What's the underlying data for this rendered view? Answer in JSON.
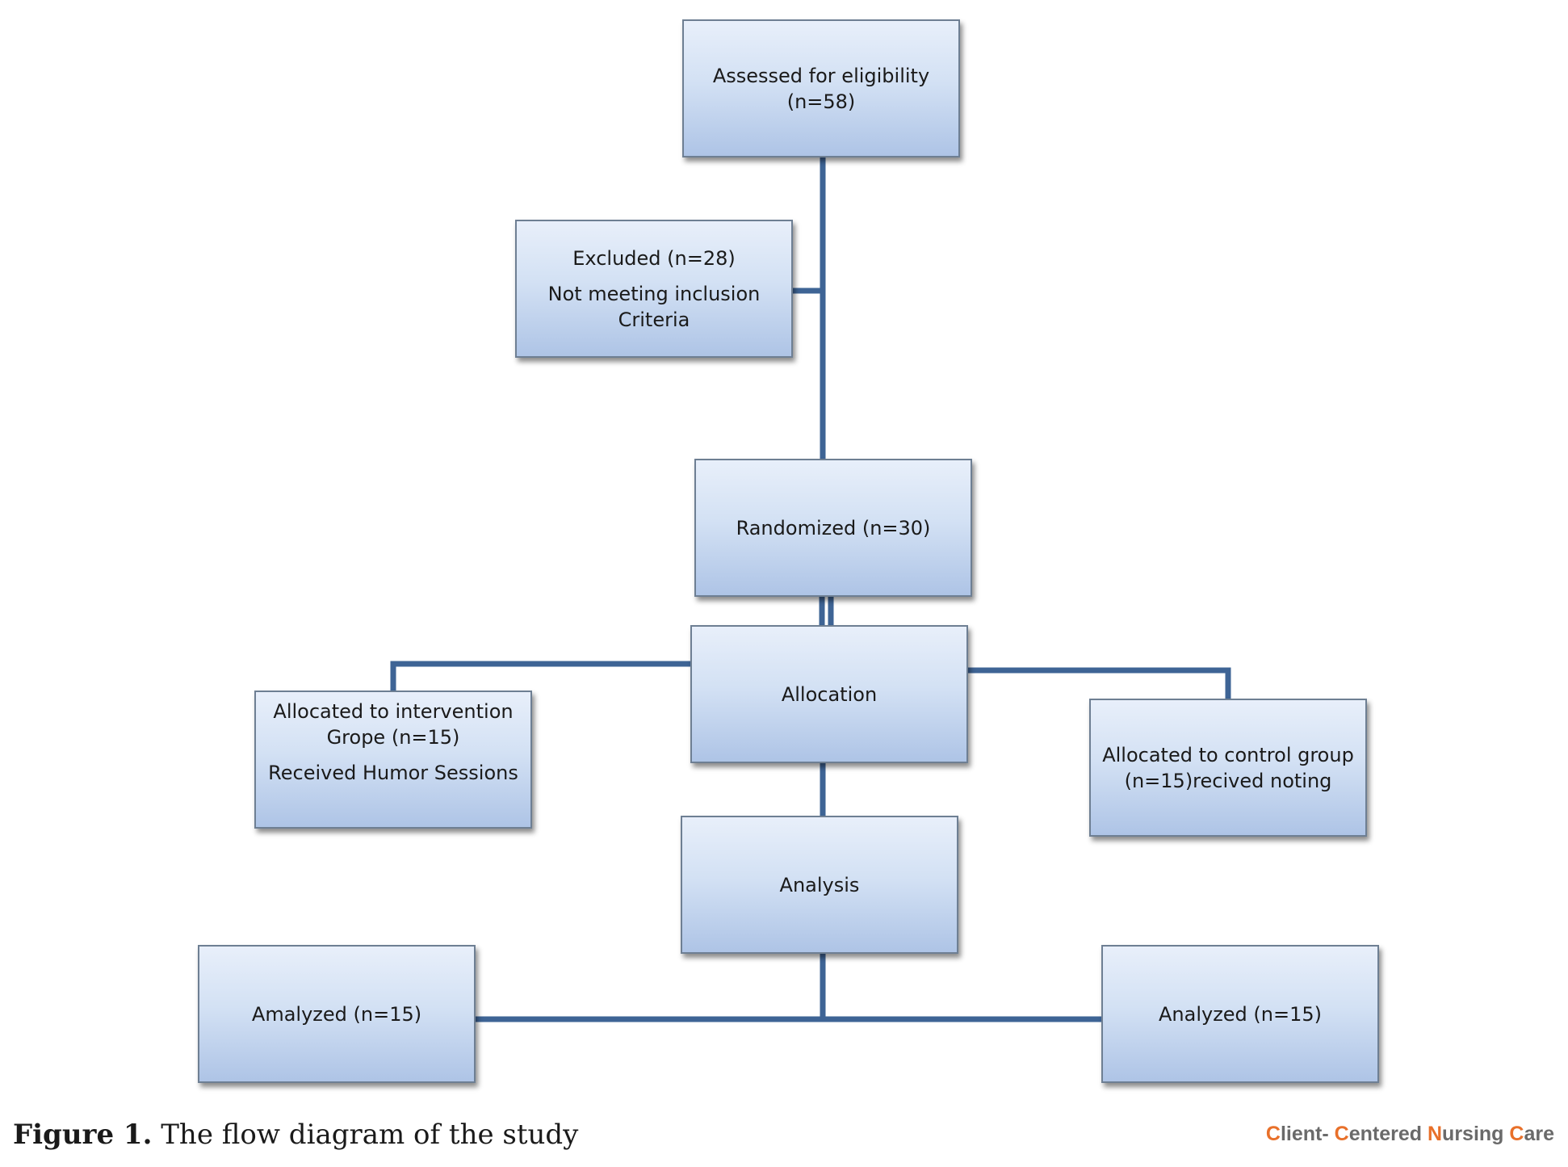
{
  "boxes": {
    "assessed": {
      "line1": "Assessed for eligibility",
      "line2": "(n=58)"
    },
    "excluded": {
      "line1": "Excluded (n=28)",
      "line2": "Not meeting inclusion",
      "line3": "Criteria"
    },
    "randomized": {
      "line1": "Randomized (n=30)"
    },
    "allocation": {
      "line1": "Allocation"
    },
    "intervention": {
      "line1": "Allocated to intervention",
      "line2": "Grope (n=15)",
      "line3": "Received Humor Sessions"
    },
    "control": {
      "line1": "Allocated to control group",
      "line2": "(n=15)recived noting"
    },
    "analysis": {
      "line1": "Analysis"
    },
    "analyzed_left": {
      "line1": "Amalyzed (n=15)"
    },
    "analyzed_right": {
      "line1": "Analyzed (n=15)"
    }
  },
  "caption": {
    "label": "Figure 1.",
    "text": "The flow diagram of the study"
  },
  "logo": {
    "parts": [
      {
        "text": "C",
        "accent": true
      },
      {
        "text": "lient- ",
        "accent": false
      },
      {
        "text": "C",
        "accent": true
      },
      {
        "text": "entered ",
        "accent": false
      },
      {
        "text": "N",
        "accent": true
      },
      {
        "text": "ursing ",
        "accent": false
      },
      {
        "text": "C",
        "accent": true
      },
      {
        "text": "are",
        "accent": false
      }
    ]
  },
  "colors": {
    "connector": "#3e6495",
    "box_border": "#6e7f93",
    "box_top": "#e8effa",
    "box_bottom": "#aec4e6",
    "logo_accent": "#e8702a",
    "logo_gray": "#6a6a6a"
  }
}
